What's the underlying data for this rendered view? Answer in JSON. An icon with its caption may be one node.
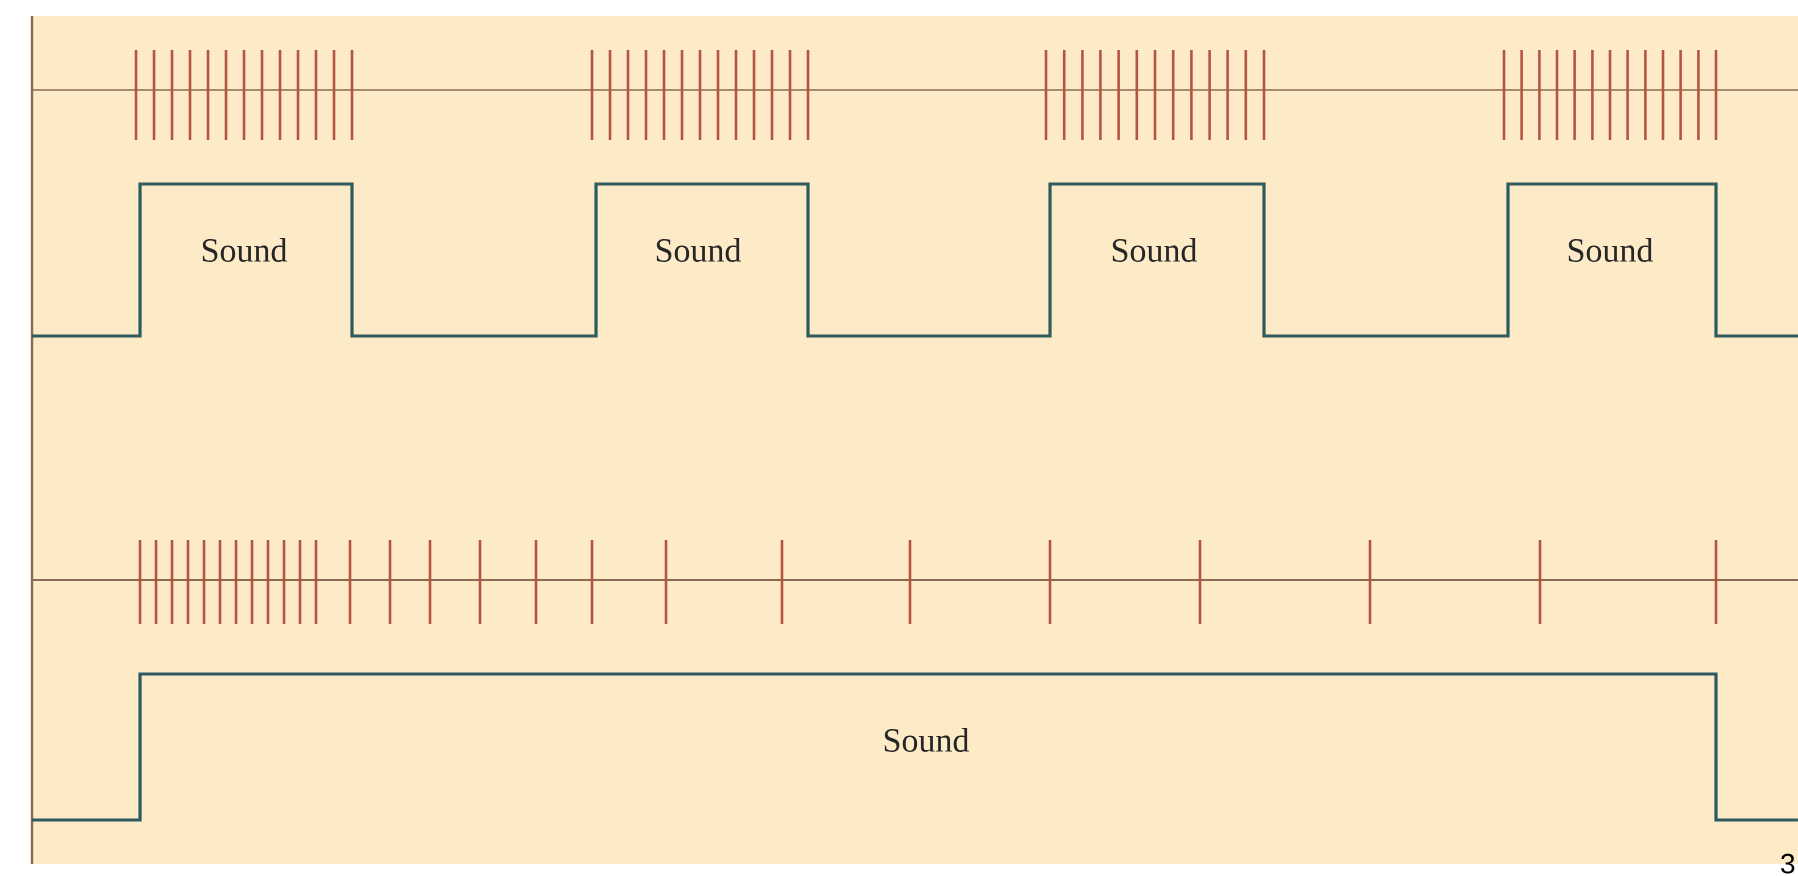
{
  "diagram": {
    "labels": [
      "Sound",
      "Sound",
      "Sound",
      "Sound",
      "Sound",
      "3"
    ]
  }
}
